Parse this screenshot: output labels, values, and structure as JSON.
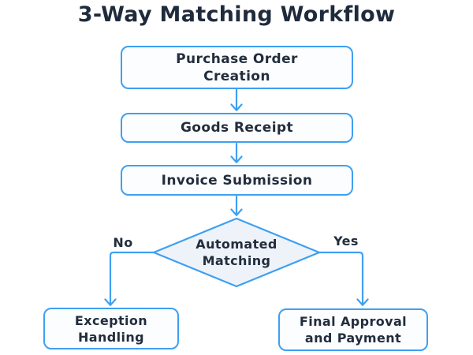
{
  "title": "3-Way Matching Workflow",
  "colors": {
    "accent": "#3da0f2",
    "title_text": "#1f2b3c",
    "node_text": "#222d3d",
    "box_fill": "#fcfdff",
    "diamond_fill": "#eef3f9",
    "background": "#ffffff"
  },
  "nodes": {
    "purchase_order": {
      "lines": [
        "Purchase Order",
        "Creation"
      ]
    },
    "goods_receipt": {
      "lines": [
        "Goods Receipt"
      ]
    },
    "invoice_submission": {
      "lines": [
        "Invoice Submission"
      ]
    },
    "decision": {
      "lines": [
        "Automated",
        "Matching"
      ]
    },
    "exception_handling": {
      "lines": [
        "Exception",
        "Handling"
      ]
    },
    "final_approval": {
      "lines": [
        "Final Approval",
        "and Payment"
      ]
    }
  },
  "branch_labels": {
    "no": "No",
    "yes": "Yes"
  }
}
